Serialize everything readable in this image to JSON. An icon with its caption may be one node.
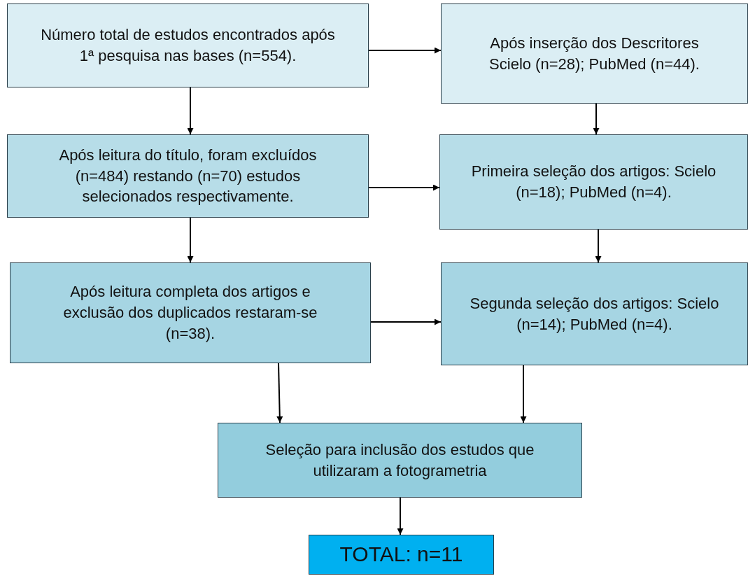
{
  "diagram": {
    "nodes": [
      {
        "text": [
          "Número total de estudos encontrados após 1ª pesquisa nas bases (n=554)."
        ]
      },
      {
        "text": [
          "Após inserção dos Descritores Scielo (n=28); PubMed (n=44)."
        ]
      },
      {
        "text": [
          "Após leitura do título, foram excluídos (n=484) restando (n=70) estudos selecionados respectivamente."
        ]
      },
      {
        "text": [
          "Primeira seleção dos artigos: Scielo (n=18); PubMed (n=4)."
        ]
      },
      {
        "text": [
          "Após leitura completa dos artigos e exclusão dos duplicados restaram-se (n=38)."
        ]
      },
      {
        "text": [
          "Segunda seleção dos artigos: Scielo (n=14); PubMed (n=4)."
        ]
      },
      {
        "text": [
          "Seleção para inclusão dos estudos que utilizaram a fotogrametria"
        ]
      },
      {
        "text": [
          "TOTAL: n=11"
        ]
      }
    ],
    "edges": [
      {
        "from": 0,
        "to": 1,
        "arrow": "to"
      },
      {
        "from": 0,
        "to": 2,
        "arrow": "to"
      },
      {
        "from": 1,
        "to": 3,
        "arrow": "to"
      },
      {
        "from": 2,
        "to": 3,
        "arrow": "to"
      },
      {
        "from": 2,
        "to": 4,
        "arrow": "to"
      },
      {
        "from": 3,
        "to": 5,
        "arrow": "to"
      },
      {
        "from": 4,
        "to": 5,
        "arrow": "to"
      },
      {
        "from": 4,
        "to": 6,
        "arrow": "to"
      },
      {
        "from": 5,
        "to": 6,
        "arrow": "to"
      },
      {
        "from": 6,
        "to": 7,
        "arrow": "to"
      }
    ]
  }
}
